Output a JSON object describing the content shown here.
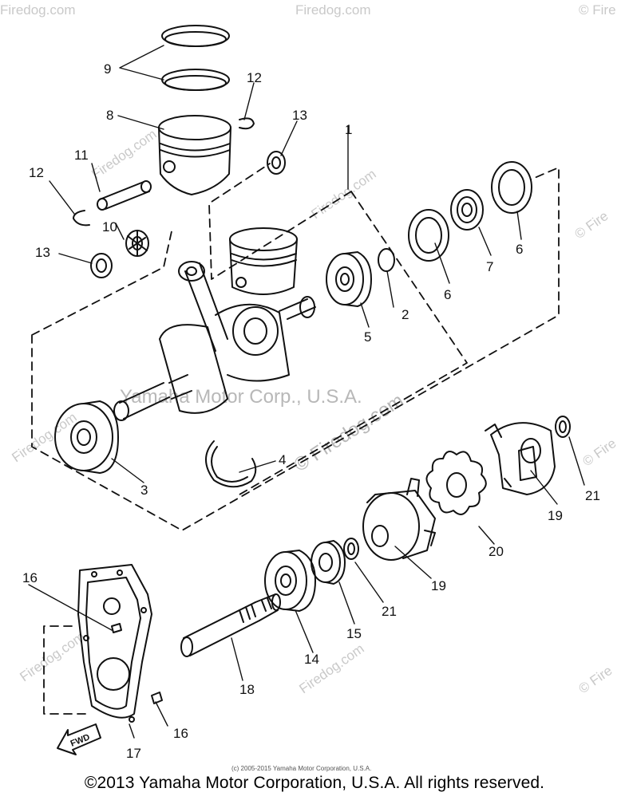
{
  "callouts": {
    "c1": "1",
    "c2": "2",
    "c3": "3",
    "c4": "4",
    "c5": "5",
    "c6a": "6",
    "c6b": "6",
    "c7": "7",
    "c8": "8",
    "c9": "9",
    "c10": "10",
    "c11": "11",
    "c12a": "12",
    "c12b": "12",
    "c13a": "13",
    "c13b": "13",
    "c14": "14",
    "c15": "15",
    "c16a": "16",
    "c16b": "16",
    "c17": "17",
    "c18": "18",
    "c19a": "19",
    "c19b": "19",
    "c20": "20",
    "c21a": "21",
    "c21b": "21"
  },
  "watermarks": {
    "mid_line1": "Yamaha Motor Corp., U.S.A.",
    "mid_line2": "© Firedog.com",
    "edge": "© Fire",
    "site": "Firedog.com"
  },
  "fwd_label": "FWD",
  "copyright_small": "(c) 2005-2015 Yamaha Motor Corporation, U.S.A.",
  "footer": "©2013 Yamaha Motor Corporation, U.S.A. All rights reserved."
}
